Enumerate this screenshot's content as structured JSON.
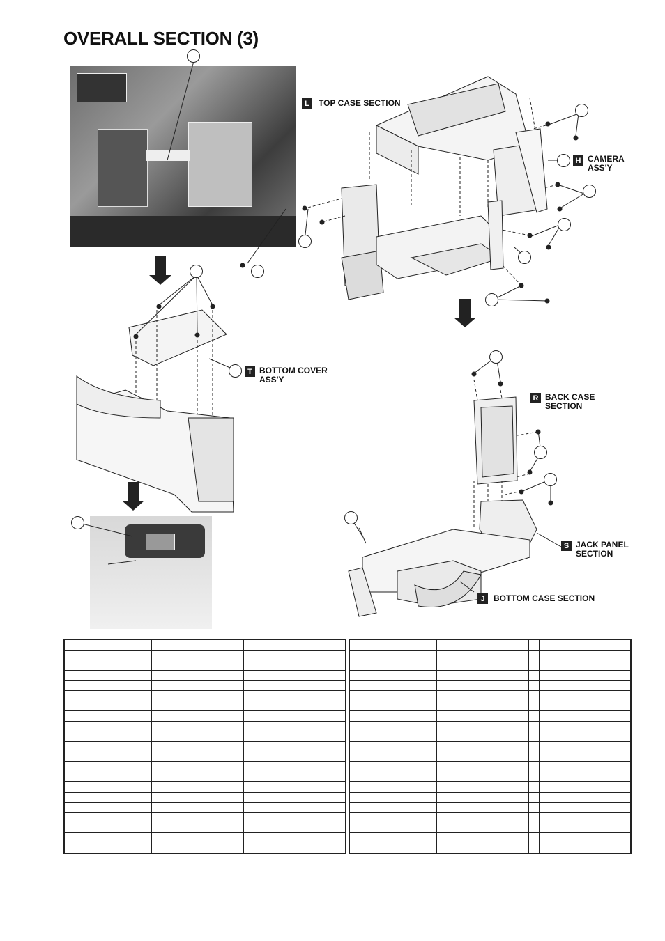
{
  "page": {
    "title": "OVERALL SECTION (3)"
  },
  "sections": {
    "top_case": {
      "badge": "L",
      "label": "TOP CASE SECTION"
    },
    "camera": {
      "badge": "H",
      "label_line1": "CAMERA",
      "label_line2": "ASS'Y"
    },
    "bottom_cover": {
      "badge": "T",
      "label_line1": "BOTTOM COVER",
      "label_line2": "ASS'Y"
    },
    "back_case": {
      "badge": "R",
      "label_line1": "BACK CASE",
      "label_line2": "SECTION"
    },
    "jack_panel": {
      "badge": "S",
      "label_line1": "JACK PANEL",
      "label_line2": "SECTION"
    },
    "bottom_case": {
      "badge": "J",
      "label": "BOTTOM CASE SECTION"
    }
  },
  "colors": {
    "ink": "#111111",
    "badge_bg": "#222222",
    "badge_text": "#ffffff"
  },
  "parts_table": {
    "rows": 21,
    "left_columns": 5,
    "right_columns": 5
  }
}
